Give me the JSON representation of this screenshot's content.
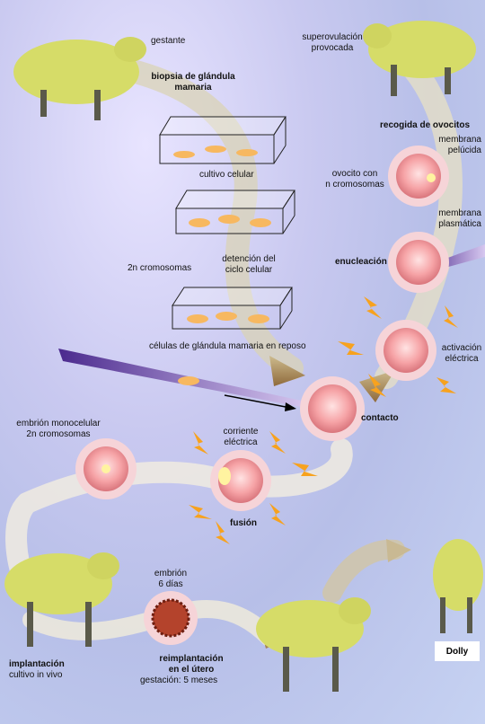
{
  "labels": {
    "gestante": "gestante",
    "biopsia": [
      "biopsia de glándula",
      "mamaria"
    ],
    "cultivo": "cultivo celular",
    "cromosomas_2n": "2n cromosomas",
    "detencion": [
      "detención del",
      "ciclo celular"
    ],
    "celulas_reposo": "células de glándula mamaria en reposo",
    "superovulacion": [
      "superovulación",
      "provocada"
    ],
    "recogida": "recogida de ovocitos",
    "membrana_pelucida": [
      "membrana",
      "pelúcida"
    ],
    "ovocito": [
      "ovocito con",
      "n cromosomas"
    ],
    "membrana_plasmatica": [
      "membrana",
      "plasmática"
    ],
    "enucleacion": "enucleación",
    "activacion": [
      "activación",
      "eléctrica"
    ],
    "contacto": "contacto",
    "embrion_mono": [
      "embrión monocelular",
      "2n cromosomas"
    ],
    "corriente": [
      "corriente",
      "eléctrica"
    ],
    "fusion": "fusión",
    "embrion6": [
      "embrión",
      "6 días"
    ],
    "implantacion": "implantación",
    "cultivo_in_vivo": "cultivo in vivo",
    "reimplantacion": [
      "reimplantación",
      "en el útero"
    ],
    "gestacion": "gestación: 5 meses",
    "dolly": "Dolly"
  },
  "colors": {
    "cell_fill": "#f7a7a9",
    "cell_ring": "#f6d0d4",
    "sheep_wool": "#d6dc68",
    "arrow": "#e6e2c8",
    "arrow_brown": "#a48456",
    "spark": "#f7a21e"
  }
}
